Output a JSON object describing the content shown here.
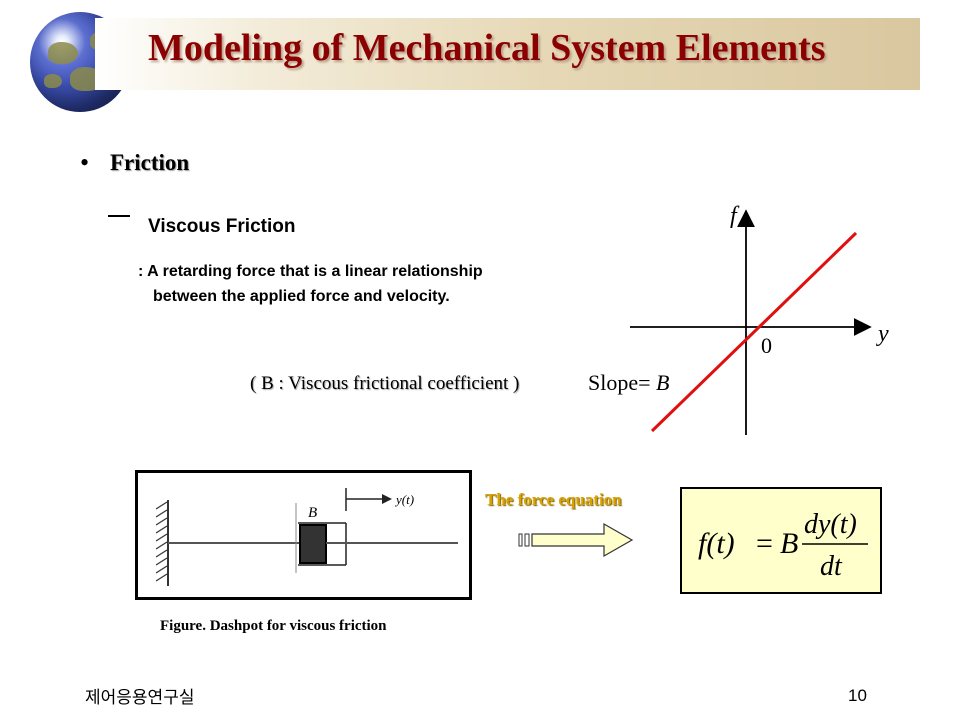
{
  "title": "Modeling of Mechanical System Elements",
  "bullet": "Friction",
  "dash_symbol": "—",
  "subheading": "Viscous Friction",
  "description_line1": ":  A retarding force that is a linear relationship",
  "description_line2": "between the applied force and velocity.",
  "coefficient_note": "( B :  Viscous frictional coefficient )",
  "slope_label": "Slope",
  "slope_symbol": "B",
  "graph": {
    "y_axis_label": "f",
    "x_axis_label": "y",
    "origin_label": "0",
    "line_color": "#e01010"
  },
  "dashpot": {
    "mass_label": "B",
    "displacement_label": "y(t)"
  },
  "figure_caption": "Figure.   Dashpot for viscous friction",
  "force_equation_label": "The force equation",
  "equation": {
    "lhs": "f(t)",
    "coef": "B",
    "numerator": "dy(t)",
    "denominator": "dt"
  },
  "footer_left": "제어응용연구실",
  "page_number": "10",
  "colors": {
    "title": "#8b0000",
    "accent_label": "#d8a300",
    "equation_bg": "#ffffcc"
  }
}
